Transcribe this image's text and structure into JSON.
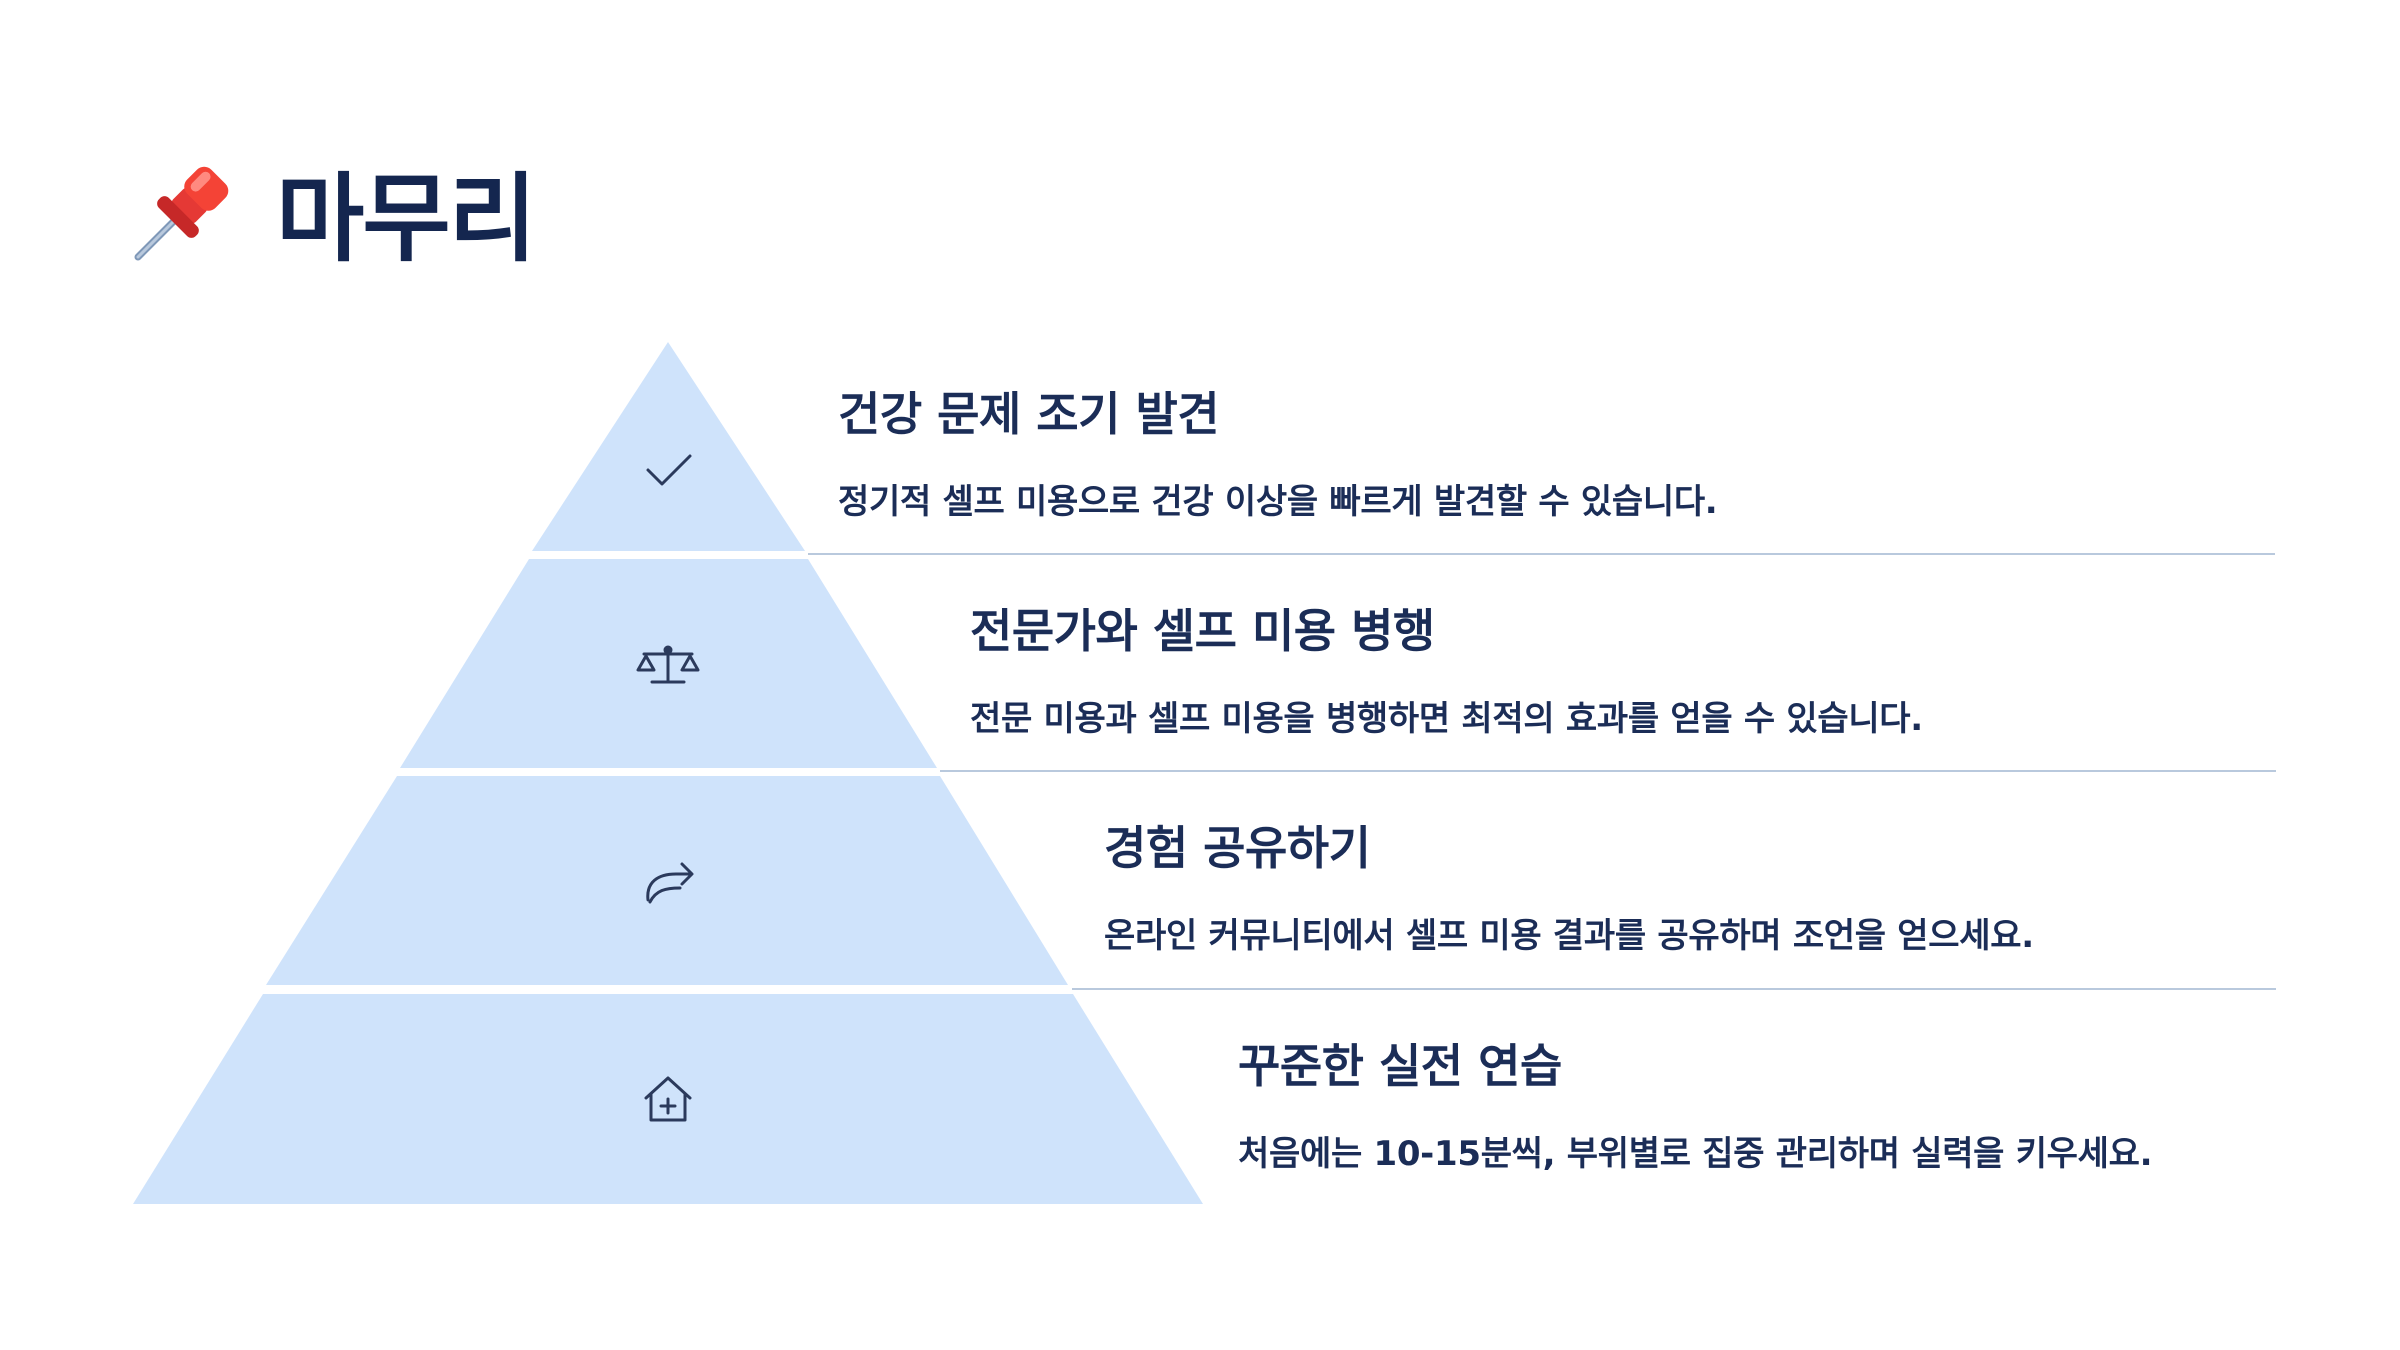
{
  "title": "마무리",
  "colors": {
    "title": "#14264f",
    "text": "#1b2d57",
    "tier_fill": "#cfe3fb",
    "icon_stroke": "#2b3a5c",
    "divider": "#b9c9dd"
  },
  "tiers": [
    {
      "heading": "건강 문제 조기 발견",
      "description": "정기적 셀프 미용으로 건강 이상을 빠르게 발견할 수 있습니다.",
      "icon": "check-icon"
    },
    {
      "heading": "전문가와 셀프 미용 병행",
      "description": "전문 미용과 셀프 미용을 병행하면 최적의 효과를 얻을 수 있습니다.",
      "icon": "scale-icon"
    },
    {
      "heading": "경험 공유하기",
      "description": "온라인 커뮤니티에서 셀프 미용 결과를 공유하며 조언을 얻으세요.",
      "icon": "share-arrow-icon"
    },
    {
      "heading": "꾸준한 실전 연습",
      "description": "처음에는 10-15분씩, 부위별로 집중 관리하며 실력을 키우세요.",
      "icon": "house-medical-icon"
    }
  ]
}
